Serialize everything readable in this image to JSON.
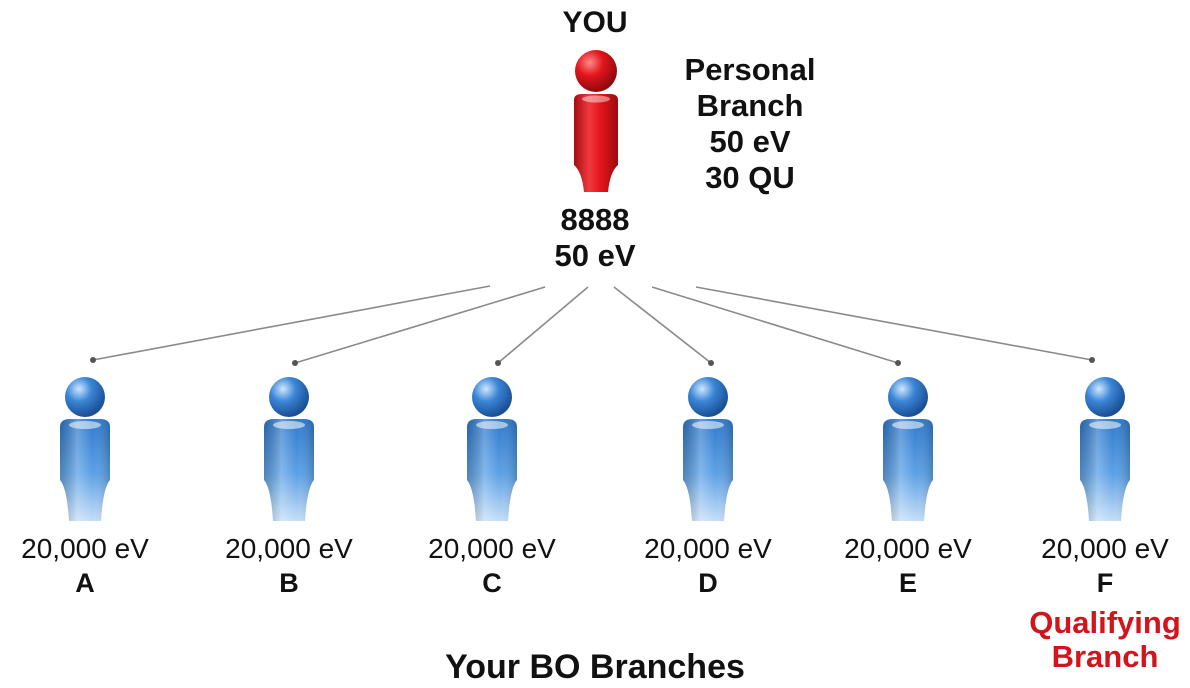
{
  "top": {
    "label": "YOU",
    "id": "8888",
    "volume": "50 eV",
    "personal_branch": [
      "Personal",
      "Branch",
      "50 eV",
      "30 QU"
    ],
    "color": "#e3161c"
  },
  "branches": [
    {
      "letter": "A",
      "volume": "20,000 eV"
    },
    {
      "letter": "B",
      "volume": "20,000 eV"
    },
    {
      "letter": "C",
      "volume": "20,000 eV"
    },
    {
      "letter": "D",
      "volume": "20,000 eV"
    },
    {
      "letter": "E",
      "volume": "20,000 eV"
    },
    {
      "letter": "F",
      "volume": "20,000 eV"
    }
  ],
  "branch_color": "#3a86d6",
  "qualifying_label": [
    "Qualifying",
    "Branch"
  ],
  "qualifying_color": "#d4141c",
  "footer": "Your BO Branches"
}
